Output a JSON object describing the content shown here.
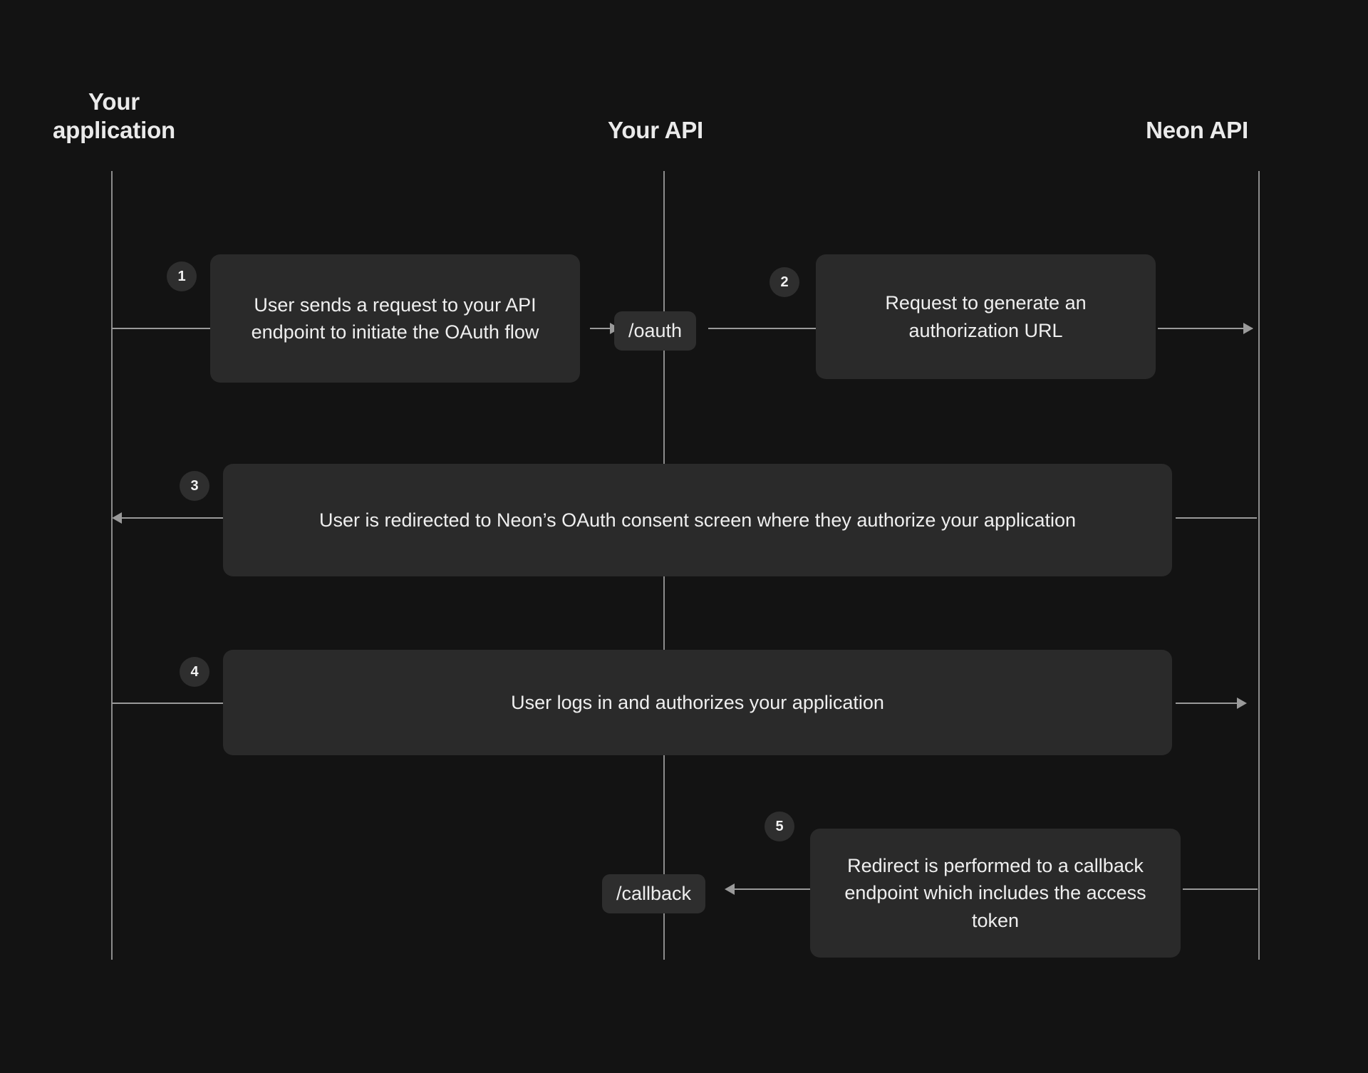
{
  "diagram": {
    "title": "Neon OAuth flow sequence diagram",
    "type": "sequence",
    "background_color": "#131313",
    "box_color": "#2a2a2a",
    "pill_color": "#2e2e2e",
    "line_color": "#9a9a9a",
    "text_color": "#efefef"
  },
  "lanes": [
    {
      "id": "your-application",
      "label": "Your\napplication"
    },
    {
      "id": "your-api",
      "label": "Your API"
    },
    {
      "id": "neon-api",
      "label": "Neon API"
    }
  ],
  "steps": [
    {
      "number": "1",
      "text": "User sends a request to your API endpoint to initiate the OAuth flow",
      "from": "your-application",
      "to": "your-api"
    },
    {
      "number": "2",
      "text": "Request to generate an authorization URL",
      "from": "your-api",
      "to": "neon-api"
    },
    {
      "number": "3",
      "text": "User is redirected to Neon’s OAuth consent screen where they authorize your application",
      "from": "neon-api",
      "to": "your-application"
    },
    {
      "number": "4",
      "text": "User logs in and authorizes your application",
      "from": "your-application",
      "to": "neon-api"
    },
    {
      "number": "5",
      "text": "Redirect is performed to a callback endpoint which includes the access token",
      "from": "neon-api",
      "to": "your-api"
    }
  ],
  "endpoints": [
    {
      "id": "oauth-pill",
      "label": "/oauth"
    },
    {
      "id": "callback-pill",
      "label": "/callback"
    }
  ]
}
